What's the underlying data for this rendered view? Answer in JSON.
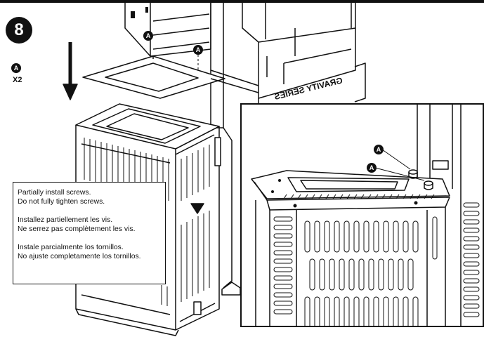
{
  "step": {
    "number": "8",
    "part_letter": "A",
    "part_quantity": "X2"
  },
  "overview": {
    "callout_letter": "A",
    "brand_text": "GRAVITY SERIES"
  },
  "inset": {
    "callout_1_letter": "A",
    "callout_2_letter": "A"
  },
  "instructions": {
    "en_line1": "Partially install screws.",
    "en_line2": "Do not fully tighten screws.",
    "fr_line1": "Installez partiellement les vis.",
    "fr_line2": "Ne serrez pas complètement les vis.",
    "es_line1": "Instale parcialmente los tornillos.",
    "es_line2": "No ajuste completamente los tornillos."
  },
  "colors": {
    "ink": "#111111",
    "paper": "#ffffff"
  }
}
